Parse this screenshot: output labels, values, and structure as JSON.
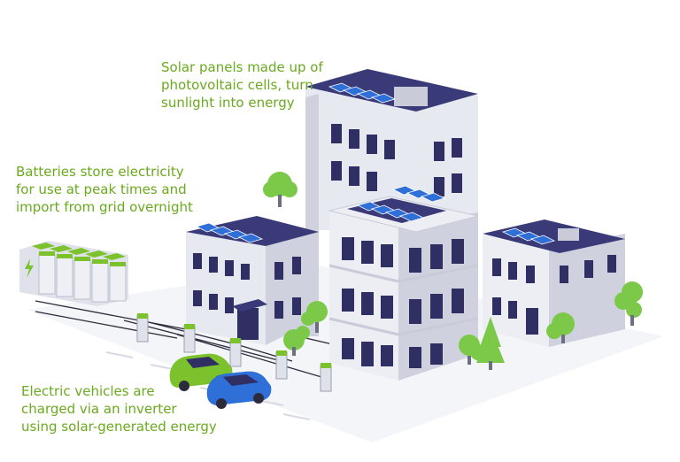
{
  "labels": {
    "solar": [
      "Solar panels made up of",
      "photovoltaic cells, turn",
      "sunlight into energy"
    ],
    "batteries": [
      "Batteries store electricity",
      "for use at peak times and",
      "import from grid overnight"
    ],
    "vehicles": [
      "Electric vehicles are",
      "charged via an inverter",
      "using solar-generated energy"
    ]
  },
  "colors": {
    "label_green": "#6aaa1e",
    "roof": "#3b3a78",
    "wall_light": "#eceef4",
    "wall_shade": "#c9ccd8",
    "window": "#2f2f63",
    "panel": "#2f6fd8",
    "car_green": "#7cc22c",
    "car_blue": "#2f6fd8",
    "tree": "#7cc94a"
  },
  "icons": [
    "battery-bolt-icon",
    "ev-charger-icon",
    "solar-panel-icon",
    "tree-icon",
    "car-icon"
  ]
}
